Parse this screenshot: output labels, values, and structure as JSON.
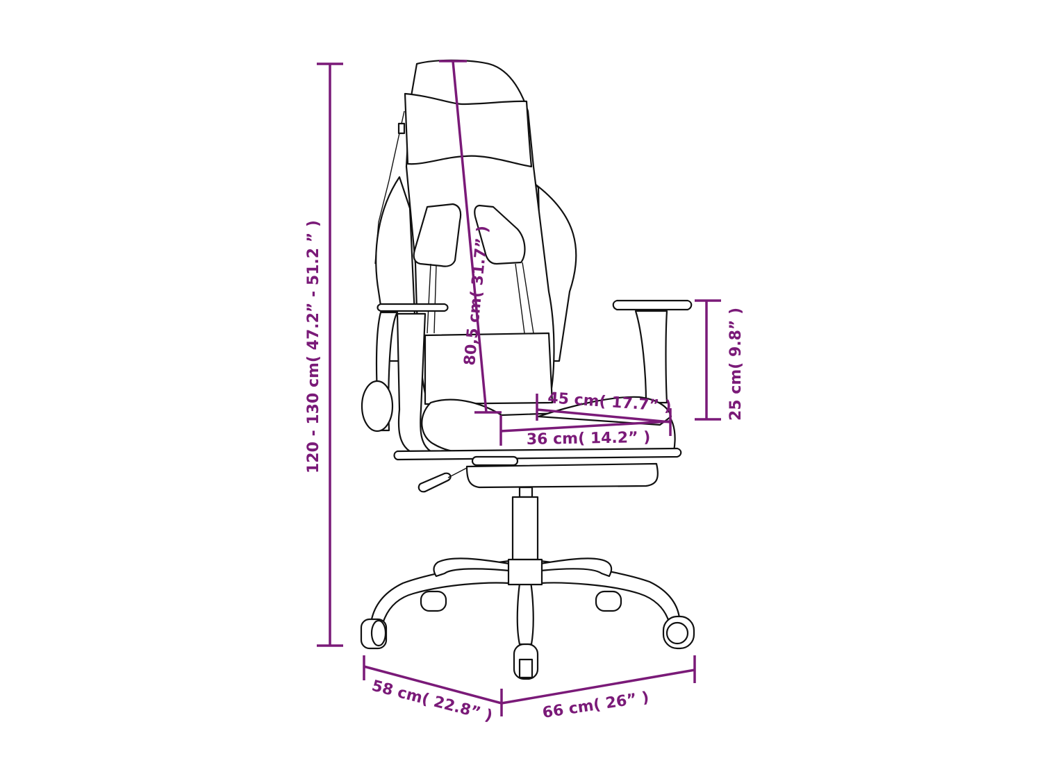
{
  "diagram": {
    "subject": "Gaming chair with footrest - dimensions",
    "accent_color": "#7a1a78",
    "line_color": "#111111",
    "dimensions": {
      "total_height": "120 - 130 cm( 47.2”  - 51.2 ” )",
      "backrest_height": "80,5 cm( 31.7” )",
      "seat_depth": "45 cm( 17.7”  )",
      "seat_width": "36 cm( 14.2”  )",
      "armrest_height": "25 cm( 9.8”  )",
      "base_depth": "58 cm( 22.8”  )",
      "base_width": "66 cm( 26”  )"
    }
  }
}
